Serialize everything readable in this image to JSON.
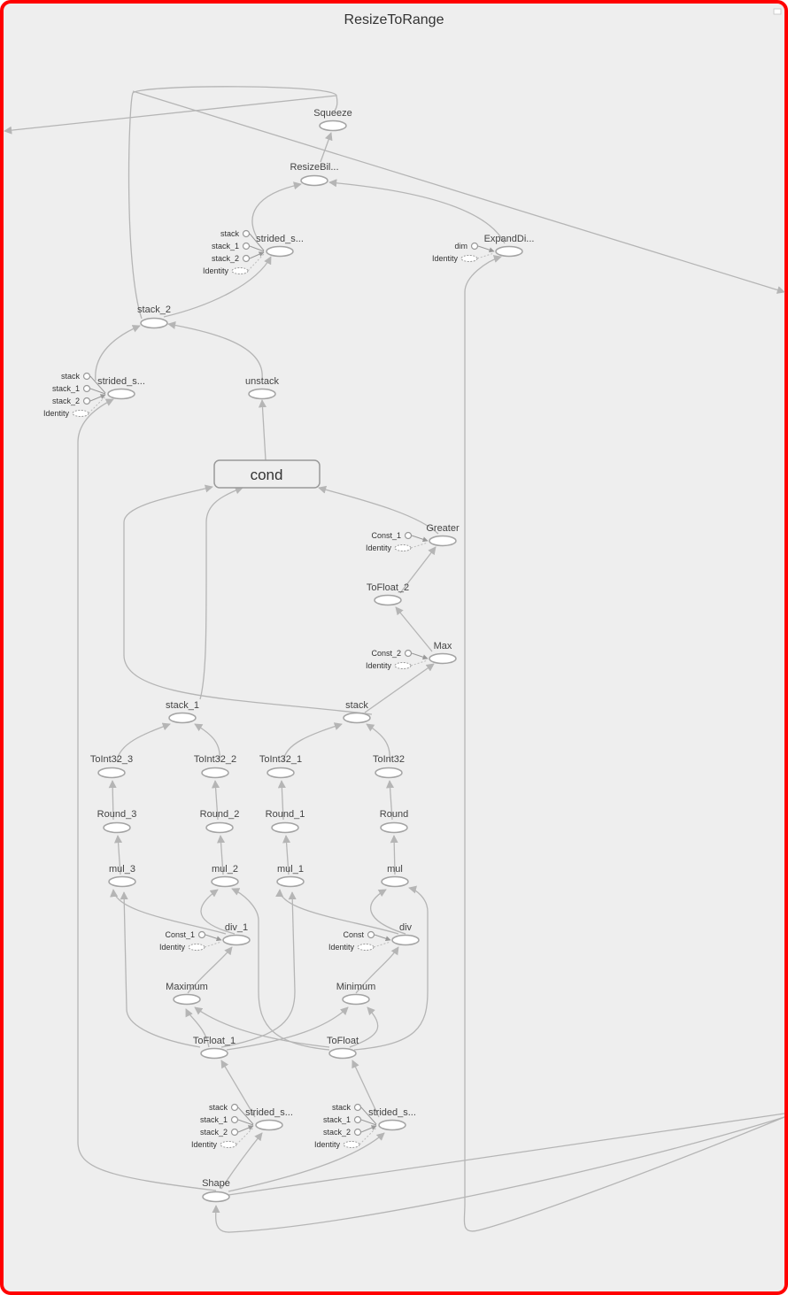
{
  "title": "ResizeToRange",
  "colors": {
    "frame_border": "#ff0000",
    "canvas_background": "#eeeeee",
    "edge": "#b5b5b5",
    "node_stroke": "#a3a3a3"
  },
  "nodes": {
    "squeeze": "Squeeze",
    "resize_bilinear": "ResizeBil...",
    "strided_slice_top": "strided_s...",
    "expand_dims": "ExpandDi...",
    "stack_2": "stack_2",
    "strided_slice_left": "strided_s...",
    "unstack": "unstack",
    "cond": "cond",
    "greater": "Greater",
    "to_float_2": "ToFloat_2",
    "max": "Max",
    "stack_1": "stack_1",
    "stack": "stack",
    "to_int32_3": "ToInt32_3",
    "to_int32_2": "ToInt32_2",
    "to_int32_1": "ToInt32_1",
    "to_int32": "ToInt32",
    "round_3": "Round_3",
    "round_2": "Round_2",
    "round_1": "Round_1",
    "round": "Round",
    "mul_3": "mul_3",
    "mul_2": "mul_2",
    "mul_1": "mul_1",
    "mul": "mul",
    "div_1": "div_1",
    "div": "div",
    "maximum": "Maximum",
    "minimum": "Minimum",
    "to_float_1": "ToFloat_1",
    "to_float": "ToFloat",
    "strided_slice_b1": "strided_s...",
    "strided_slice_b2": "strided_s...",
    "shape": "Shape"
  },
  "ports": {
    "stack": "stack",
    "stack_1": "stack_1",
    "stack_2": "stack_2",
    "identity": "Identity",
    "dim": "dim",
    "const": "Const",
    "const_1": "Const_1",
    "const_2": "Const_2"
  }
}
